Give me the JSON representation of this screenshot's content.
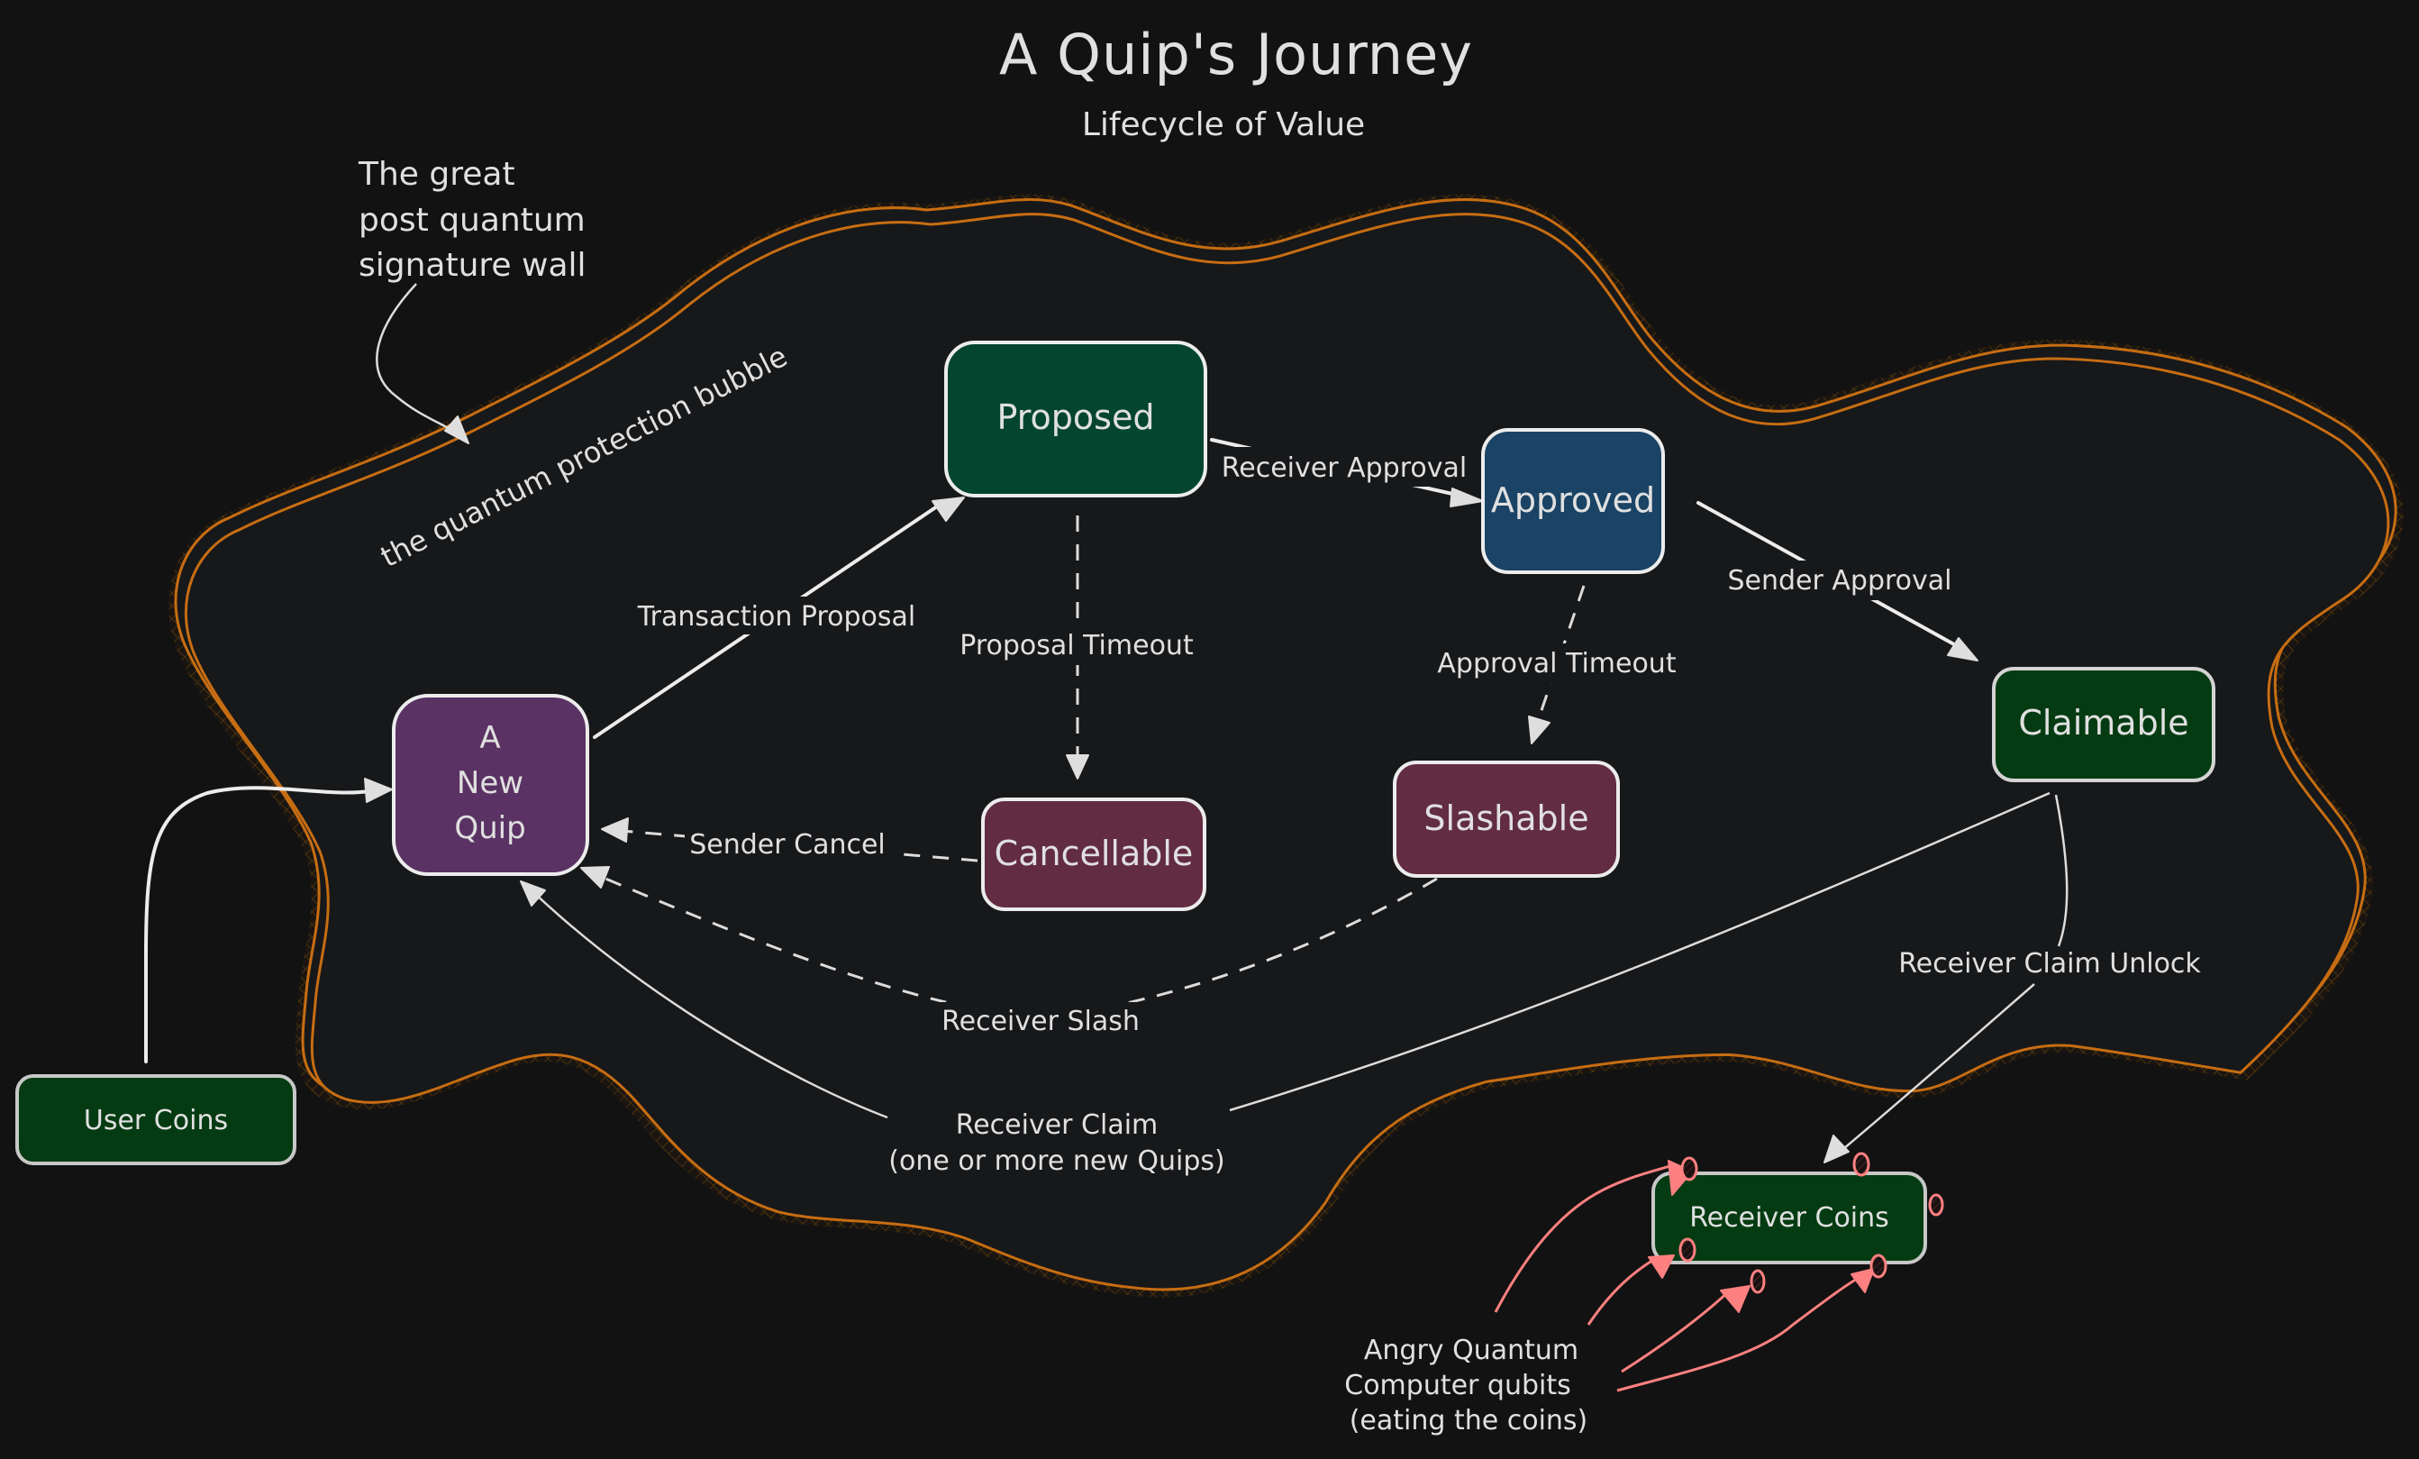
{
  "title": "A Quip's Journey",
  "subtitle": "Lifecycle of Value",
  "annotations": {
    "wall_note": [
      "The great",
      "post quantum",
      "signature wall"
    ],
    "bubble_label": "the quantum protection bubble",
    "qubits_note": [
      "Angry Quantum",
      "Computer qubits",
      "(eating the coins)"
    ]
  },
  "colors": {
    "background": "#121212",
    "bubble_interior": "#17181a",
    "bubble_wall": "#c76d12",
    "node_stroke": "#ececec",
    "qubit": "#ff8080"
  },
  "nodes": {
    "new_quip": {
      "lines": [
        "A",
        "New",
        "Quip"
      ],
      "fill": "#5a3263"
    },
    "proposed": {
      "label": "Proposed",
      "fill": "#03452f"
    },
    "approved": {
      "label": "Approved",
      "fill": "#1a4365"
    },
    "claimable": {
      "label": "Claimable",
      "fill": "#053b12"
    },
    "cancellable": {
      "label": "Cancellable",
      "fill": "#622c42"
    },
    "slashable": {
      "label": "Slashable",
      "fill": "#622c42"
    },
    "user_coins": {
      "label": "User Coins",
      "fill": "#053b12"
    },
    "receiver_coins": {
      "label": "Receiver Coins",
      "fill": "#053b12"
    }
  },
  "edges": {
    "transaction_proposal": "Transaction Proposal",
    "receiver_approval": "Receiver Approval",
    "proposal_timeout": "Proposal Timeout",
    "sender_approval": "Sender Approval",
    "approval_timeout": "Approval Timeout",
    "sender_cancel": "Sender Cancel",
    "receiver_slash": "Receiver Slash",
    "receiver_claim": [
      "Receiver Claim",
      "(one or more new Quips)"
    ],
    "receiver_claim_unlock": "Receiver Claim Unlock"
  }
}
